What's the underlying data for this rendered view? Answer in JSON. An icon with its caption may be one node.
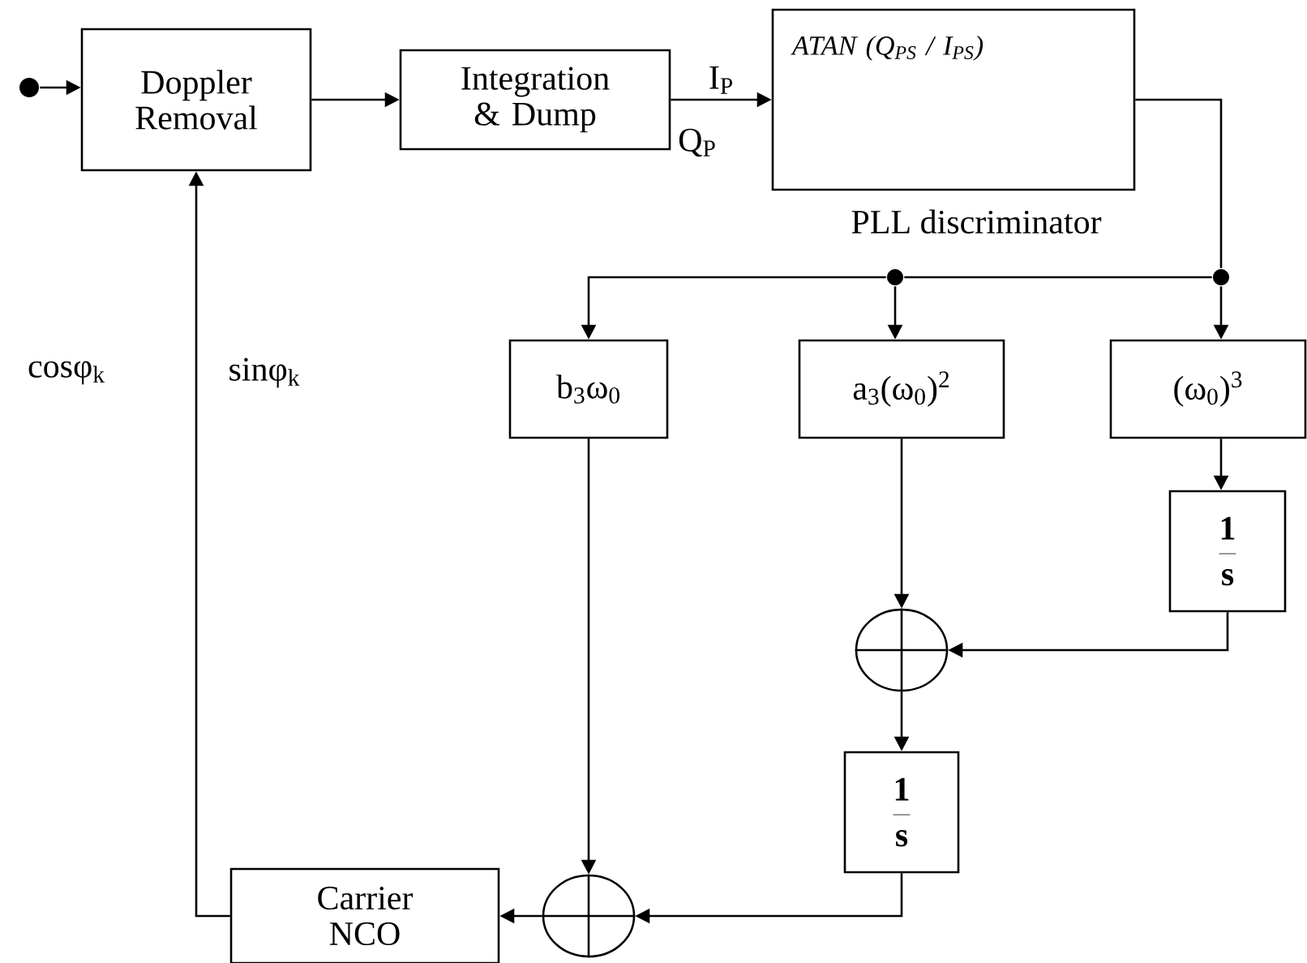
{
  "diagram": {
    "nodes": [
      {
        "text": [],
        "shape": "circle"
      },
      {
        "text": [
          "Doppler Removal"
        ]
      },
      {
        "text": [
          "Integration & Dump"
        ]
      },
      {
        "text": [
          "ATAN (Q$_{PS}$ / I$_{PS}$)"
        ],
        "beside": [
          "PLL discriminator"
        ]
      },
      {
        "text": [],
        "shape": "circle"
      },
      {
        "text": [],
        "shape": "circle"
      },
      {
        "text": [
          "b$_{3}$ω$_{0}$"
        ]
      },
      {
        "text": [
          "a$_{3}$(ω$_{0}$)$^{2}$"
        ]
      },
      {
        "text": [
          "(ω$_{0}$)$^{3}$"
        ]
      },
      {
        "text": [
          "\\frac{\\mathbf{1}}{\\mathbf{s}}"
        ]
      },
      {
        "text": [],
        "shape": "circle"
      },
      {
        "text": [
          "\\frac{\\mathbf{1}}{\\mathbf{s}}"
        ]
      },
      {
        "text": [],
        "shape": "circle"
      },
      {
        "text": [
          "Carrier NCO"
        ]
      }
    ],
    "edges": [
      {
        "from": 0,
        "to": 1,
        "arrow": "to"
      },
      {
        "from": 1,
        "to": 2,
        "arrow": "to"
      },
      {
        "from": 2,
        "to": 3,
        "arrow": "to",
        "label": "I$_{P}$"
      },
      {
        "from": 3,
        "to": 4,
        "arrow": "none"
      },
      {
        "from": 4,
        "to": 8,
        "arrow": "to"
      },
      {
        "from": 4,
        "to": 5,
        "arrow": "none"
      },
      {
        "from": 5,
        "to": 7,
        "arrow": "to"
      },
      {
        "from": 5,
        "to": 6,
        "arrow": "to"
      },
      {
        "from": 6,
        "to": 12,
        "arrow": "to"
      },
      {
        "from": 7,
        "to": 10,
        "arrow": "to"
      },
      {
        "from": 8,
        "to": 9,
        "arrow": "to"
      },
      {
        "from": 9,
        "to": 10,
        "arrow": "to"
      },
      {
        "from": 10,
        "to": 11,
        "arrow": "to"
      },
      {
        "from": 11,
        "to": 12,
        "arrow": "to"
      },
      {
        "from": 12,
        "to": 13,
        "arrow": "to"
      },
      {
        "from": 13,
        "to": 1,
        "arrow": "to"
      }
    ],
    "labels": [
      "Q$_{P}$",
      "cosφ$_{k}$",
      "sinφ$_{k}$"
    ]
  }
}
